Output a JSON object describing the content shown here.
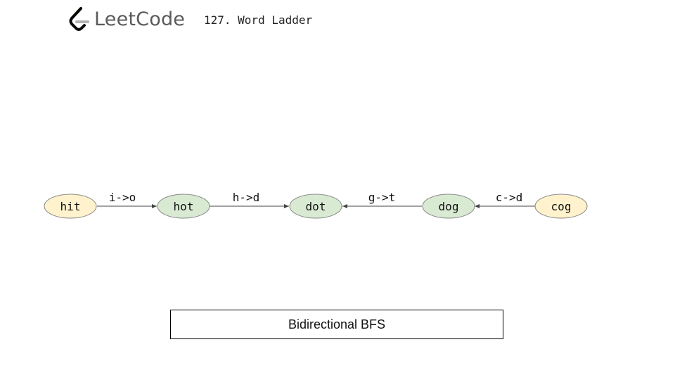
{
  "header": {
    "logo_text": "LeetCode",
    "problem_title": "127. Word Ladder"
  },
  "diagram": {
    "nodes": [
      {
        "id": "hit",
        "label": "hit",
        "fill": "#fff2cc",
        "stroke": "#888888"
      },
      {
        "id": "hot",
        "label": "hot",
        "fill": "#d9ead3",
        "stroke": "#888888"
      },
      {
        "id": "dot",
        "label": "dot",
        "fill": "#d9ead3",
        "stroke": "#888888"
      },
      {
        "id": "dog",
        "label": "dog",
        "fill": "#d9ead3",
        "stroke": "#888888"
      },
      {
        "id": "cog",
        "label": "cog",
        "fill": "#fff2cc",
        "stroke": "#888888"
      }
    ],
    "edges": [
      {
        "from": "hit",
        "to": "hot",
        "label": "i->o"
      },
      {
        "from": "hot",
        "to": "dot",
        "label": "h->d"
      },
      {
        "from": "dog",
        "to": "dot",
        "label": "g->t"
      },
      {
        "from": "cog",
        "to": "dog",
        "label": "c->d"
      }
    ]
  },
  "caption": "Bidirectional BFS",
  "colors": {
    "logo_orange": "#f89f1b",
    "logo_dark": "#070706",
    "logo_gray": "#b3b3b3"
  }
}
